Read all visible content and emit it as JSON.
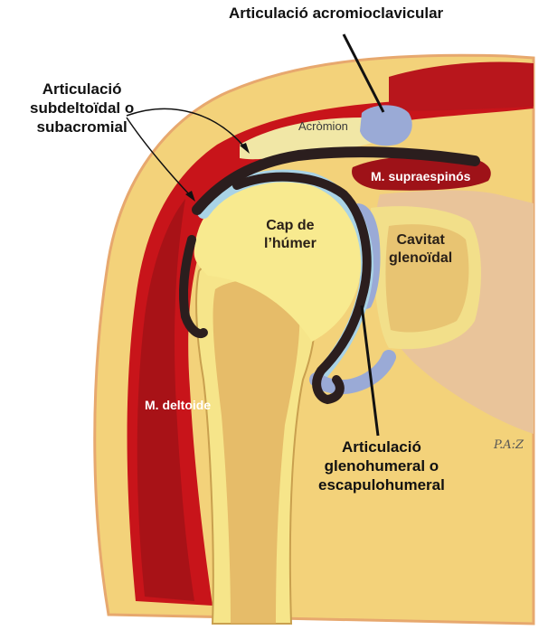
{
  "labels": {
    "acromioclavicular": "Articulació acromioclavicular",
    "subdeltoidal_line1": "Articulació",
    "subdeltoidal_line2": "subdeltoïdal o",
    "subdeltoidal_line3": "subacromial",
    "acromion": "Acròmion",
    "supraspinatus": "M. supraespinós",
    "humeral_head_line1": "Cap de",
    "humeral_head_line2": "l’húmer",
    "glenoid_line1": "Cavitat",
    "glenoid_line2": "glenoïdal",
    "deltoid": "M. deltoide",
    "glenohumeral_line1": "Articulació",
    "glenohumeral_line2": "glenohumeral o",
    "glenohumeral_line3": "escapulohumeral"
  },
  "signature": "P.A:Z",
  "colors": {
    "skin": "#f3d27a",
    "skin_edge": "#e7a86e",
    "deltoid_muscle": "#c8141a",
    "muscle_dark": "#8e1016",
    "bone": "#f6e58a",
    "marrow": "#e0ad5e",
    "cartilage": "#a9d3e6",
    "cartilage_blue": "#9aaad6",
    "synovial": "#2b1e1e",
    "scapula": "#e9c49a"
  }
}
